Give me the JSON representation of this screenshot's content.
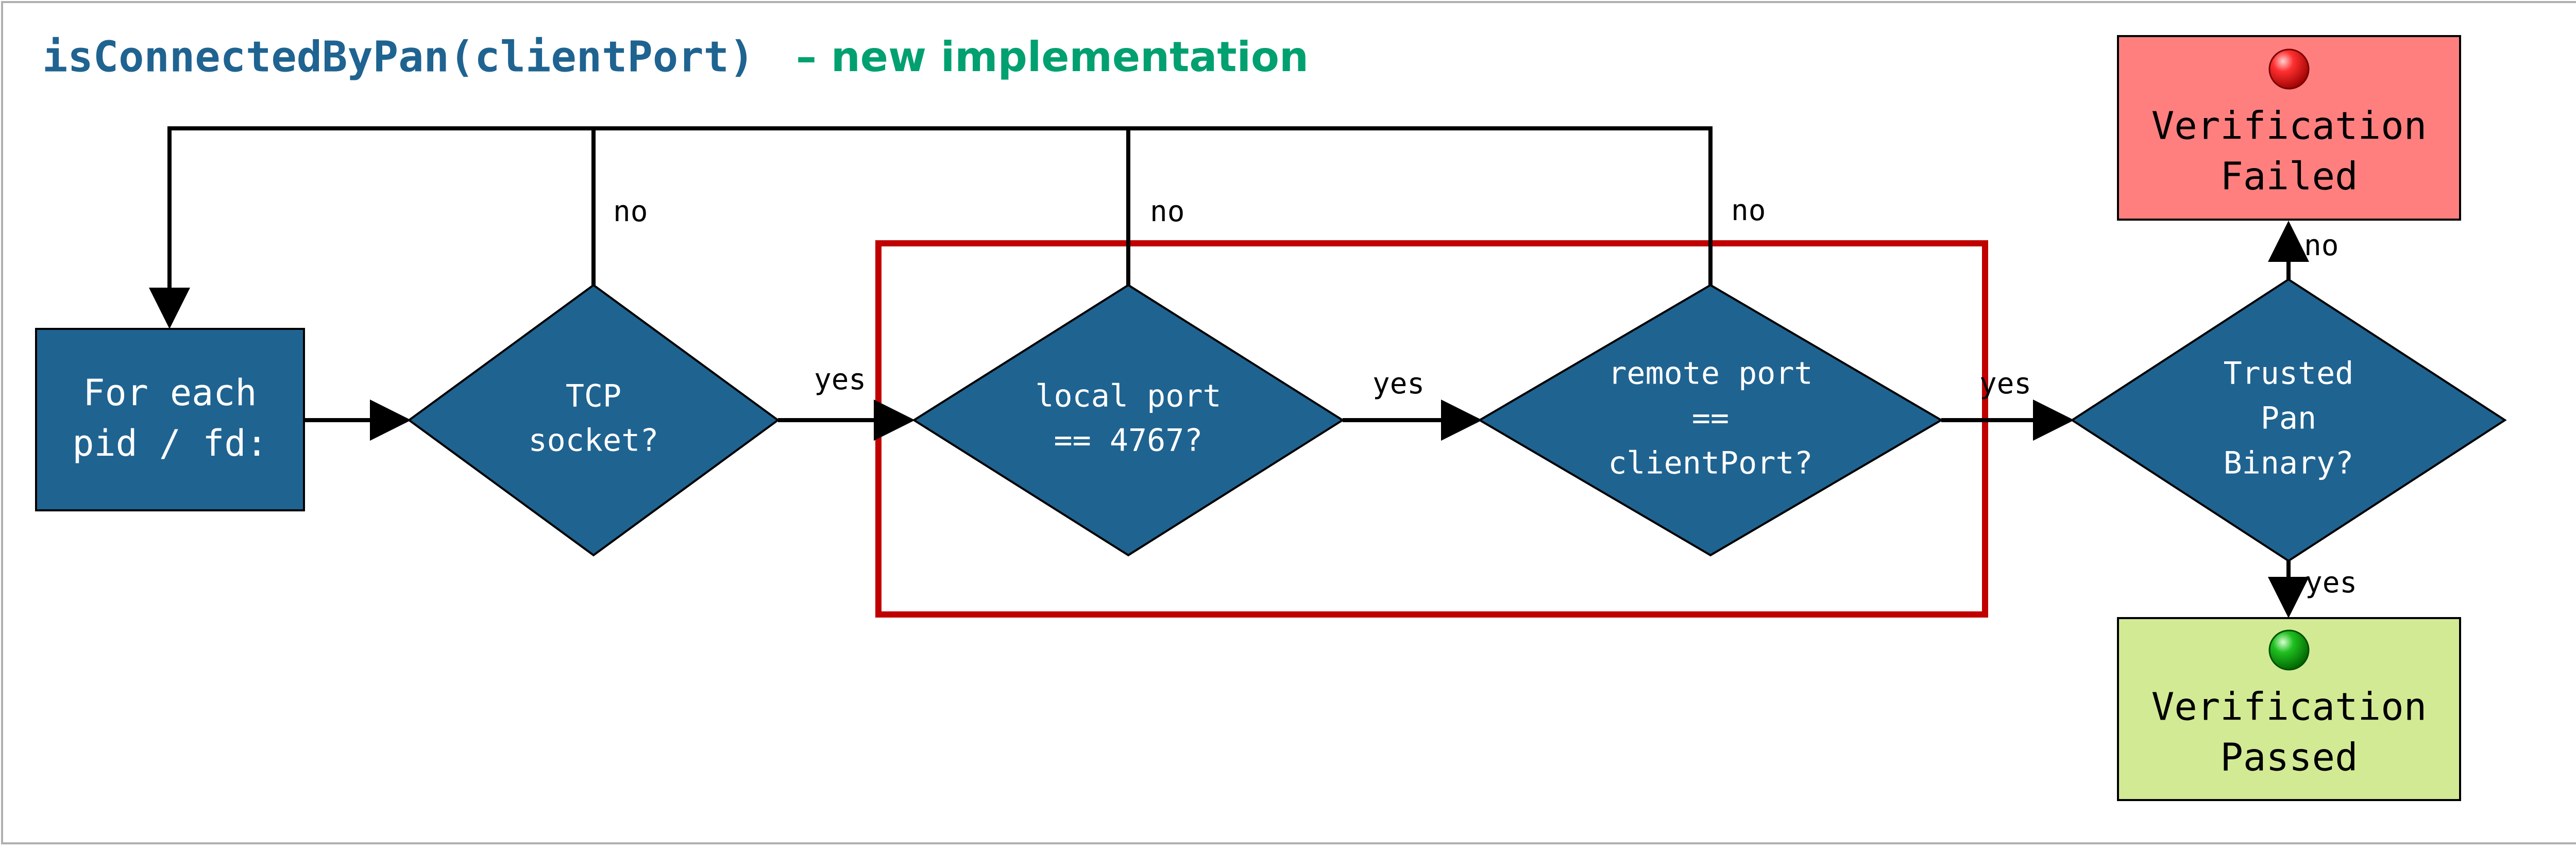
{
  "title": {
    "code": "isConnectedByPan(clientPort)",
    "suffix": "– new implementation"
  },
  "nodes": {
    "start": {
      "lines": [
        "For each",
        "pid / fd:"
      ]
    },
    "tcp": {
      "lines": [
        "TCP",
        "socket?"
      ]
    },
    "local_port": {
      "lines": [
        "local port",
        "== 4767?"
      ]
    },
    "remote_port": {
      "lines": [
        "remote port",
        "==",
        "clientPort?"
      ]
    },
    "trusted": {
      "lines": [
        "Trusted",
        "Pan",
        "Binary?"
      ]
    },
    "failed": {
      "lines": [
        "Verification",
        "Failed"
      ],
      "indicator": "red-circle-icon"
    },
    "passed": {
      "lines": [
        "Verification",
        "Passed"
      ],
      "indicator": "green-circle-icon"
    }
  },
  "edge_labels": {
    "tcp_no": "no",
    "local_no": "no",
    "remote_no": "no",
    "tcp_yes": "yes",
    "local_yes": "yes",
    "remote_yes": "yes",
    "trusted_no": "no",
    "trusted_yes": "yes"
  },
  "colors": {
    "node_fill": "#1f6391",
    "node_text": "#ffffff",
    "title_code": "#1f6391",
    "title_suffix": "#00a070",
    "highlight_box": "#c00000",
    "failed_fill": "#ff7f7f",
    "passed_fill": "#d3ea95",
    "line": "#000000"
  }
}
